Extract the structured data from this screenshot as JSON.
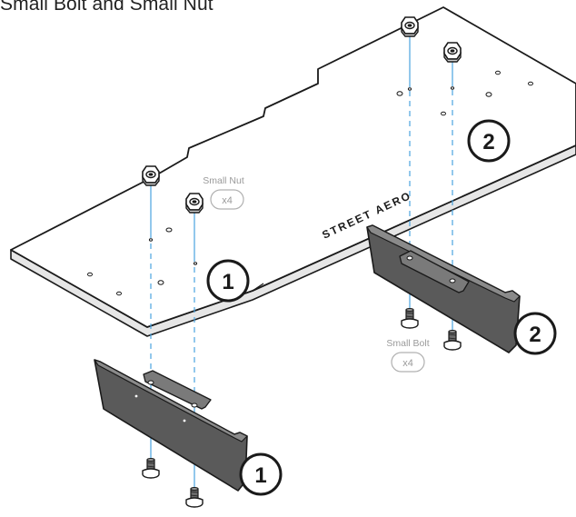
{
  "title": "Small Bolt and Small Nut",
  "board_brand": "STREET AERO",
  "nut_label": {
    "name": "Small Nut",
    "qty": "x4"
  },
  "bolt_label": {
    "name": "Small Bolt",
    "qty": "x4"
  },
  "step_markers": [
    "1",
    "1",
    "2",
    "2"
  ],
  "colors": {
    "outline": "#1a1a1a",
    "panel_fill": "#ffffff",
    "fin_fill": "#5a5a5a",
    "fin_dark": "#3c3c3c",
    "guide_line": "#4aa3df",
    "label_gray": "#9a9a9a"
  }
}
